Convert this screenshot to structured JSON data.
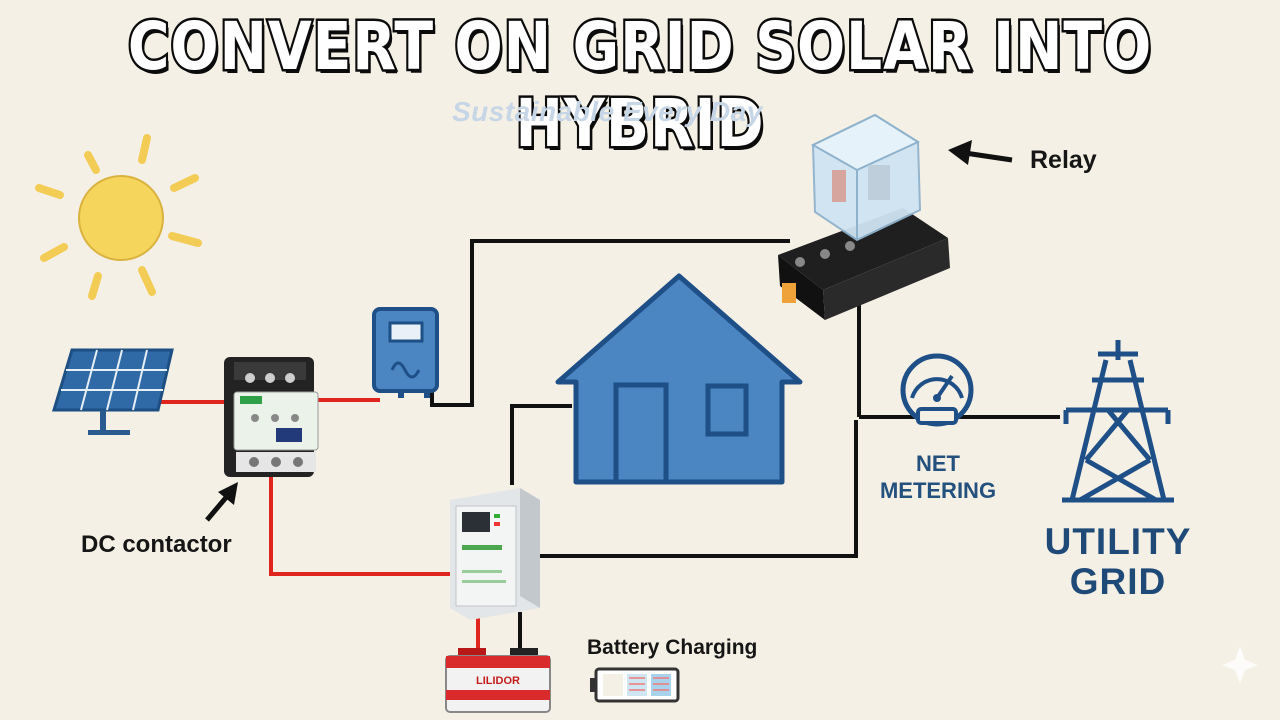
{
  "title": "CONVERT ON GRID SOLAR INTO HYBRID",
  "watermark": "Sustainable Every Day",
  "labels": {
    "relay": "Relay",
    "dc_contactor": "DC contactor",
    "net_metering": [
      "NET",
      "METERING"
    ],
    "utility_grid": [
      "UTILITY",
      "GRID"
    ],
    "battery_charging": "Battery Charging"
  },
  "device_text": {
    "battery_brand": "LILIDOR"
  },
  "colors": {
    "background": "#f5f0e5",
    "dc_wire": "#e0251f",
    "ac_wire": "#111111",
    "blue_icon": "#4b86c3",
    "blue_dark": "#1e4f86",
    "sun": "#f6d55c"
  },
  "icons": [
    "sun-icon",
    "solar-panel-icon",
    "dc-contactor-device",
    "on-grid-inverter-icon",
    "house-icon",
    "relay-device",
    "net-meter-icon",
    "transmission-tower-icon",
    "hybrid-inverter-device",
    "battery-device",
    "battery-charging-icon"
  ]
}
